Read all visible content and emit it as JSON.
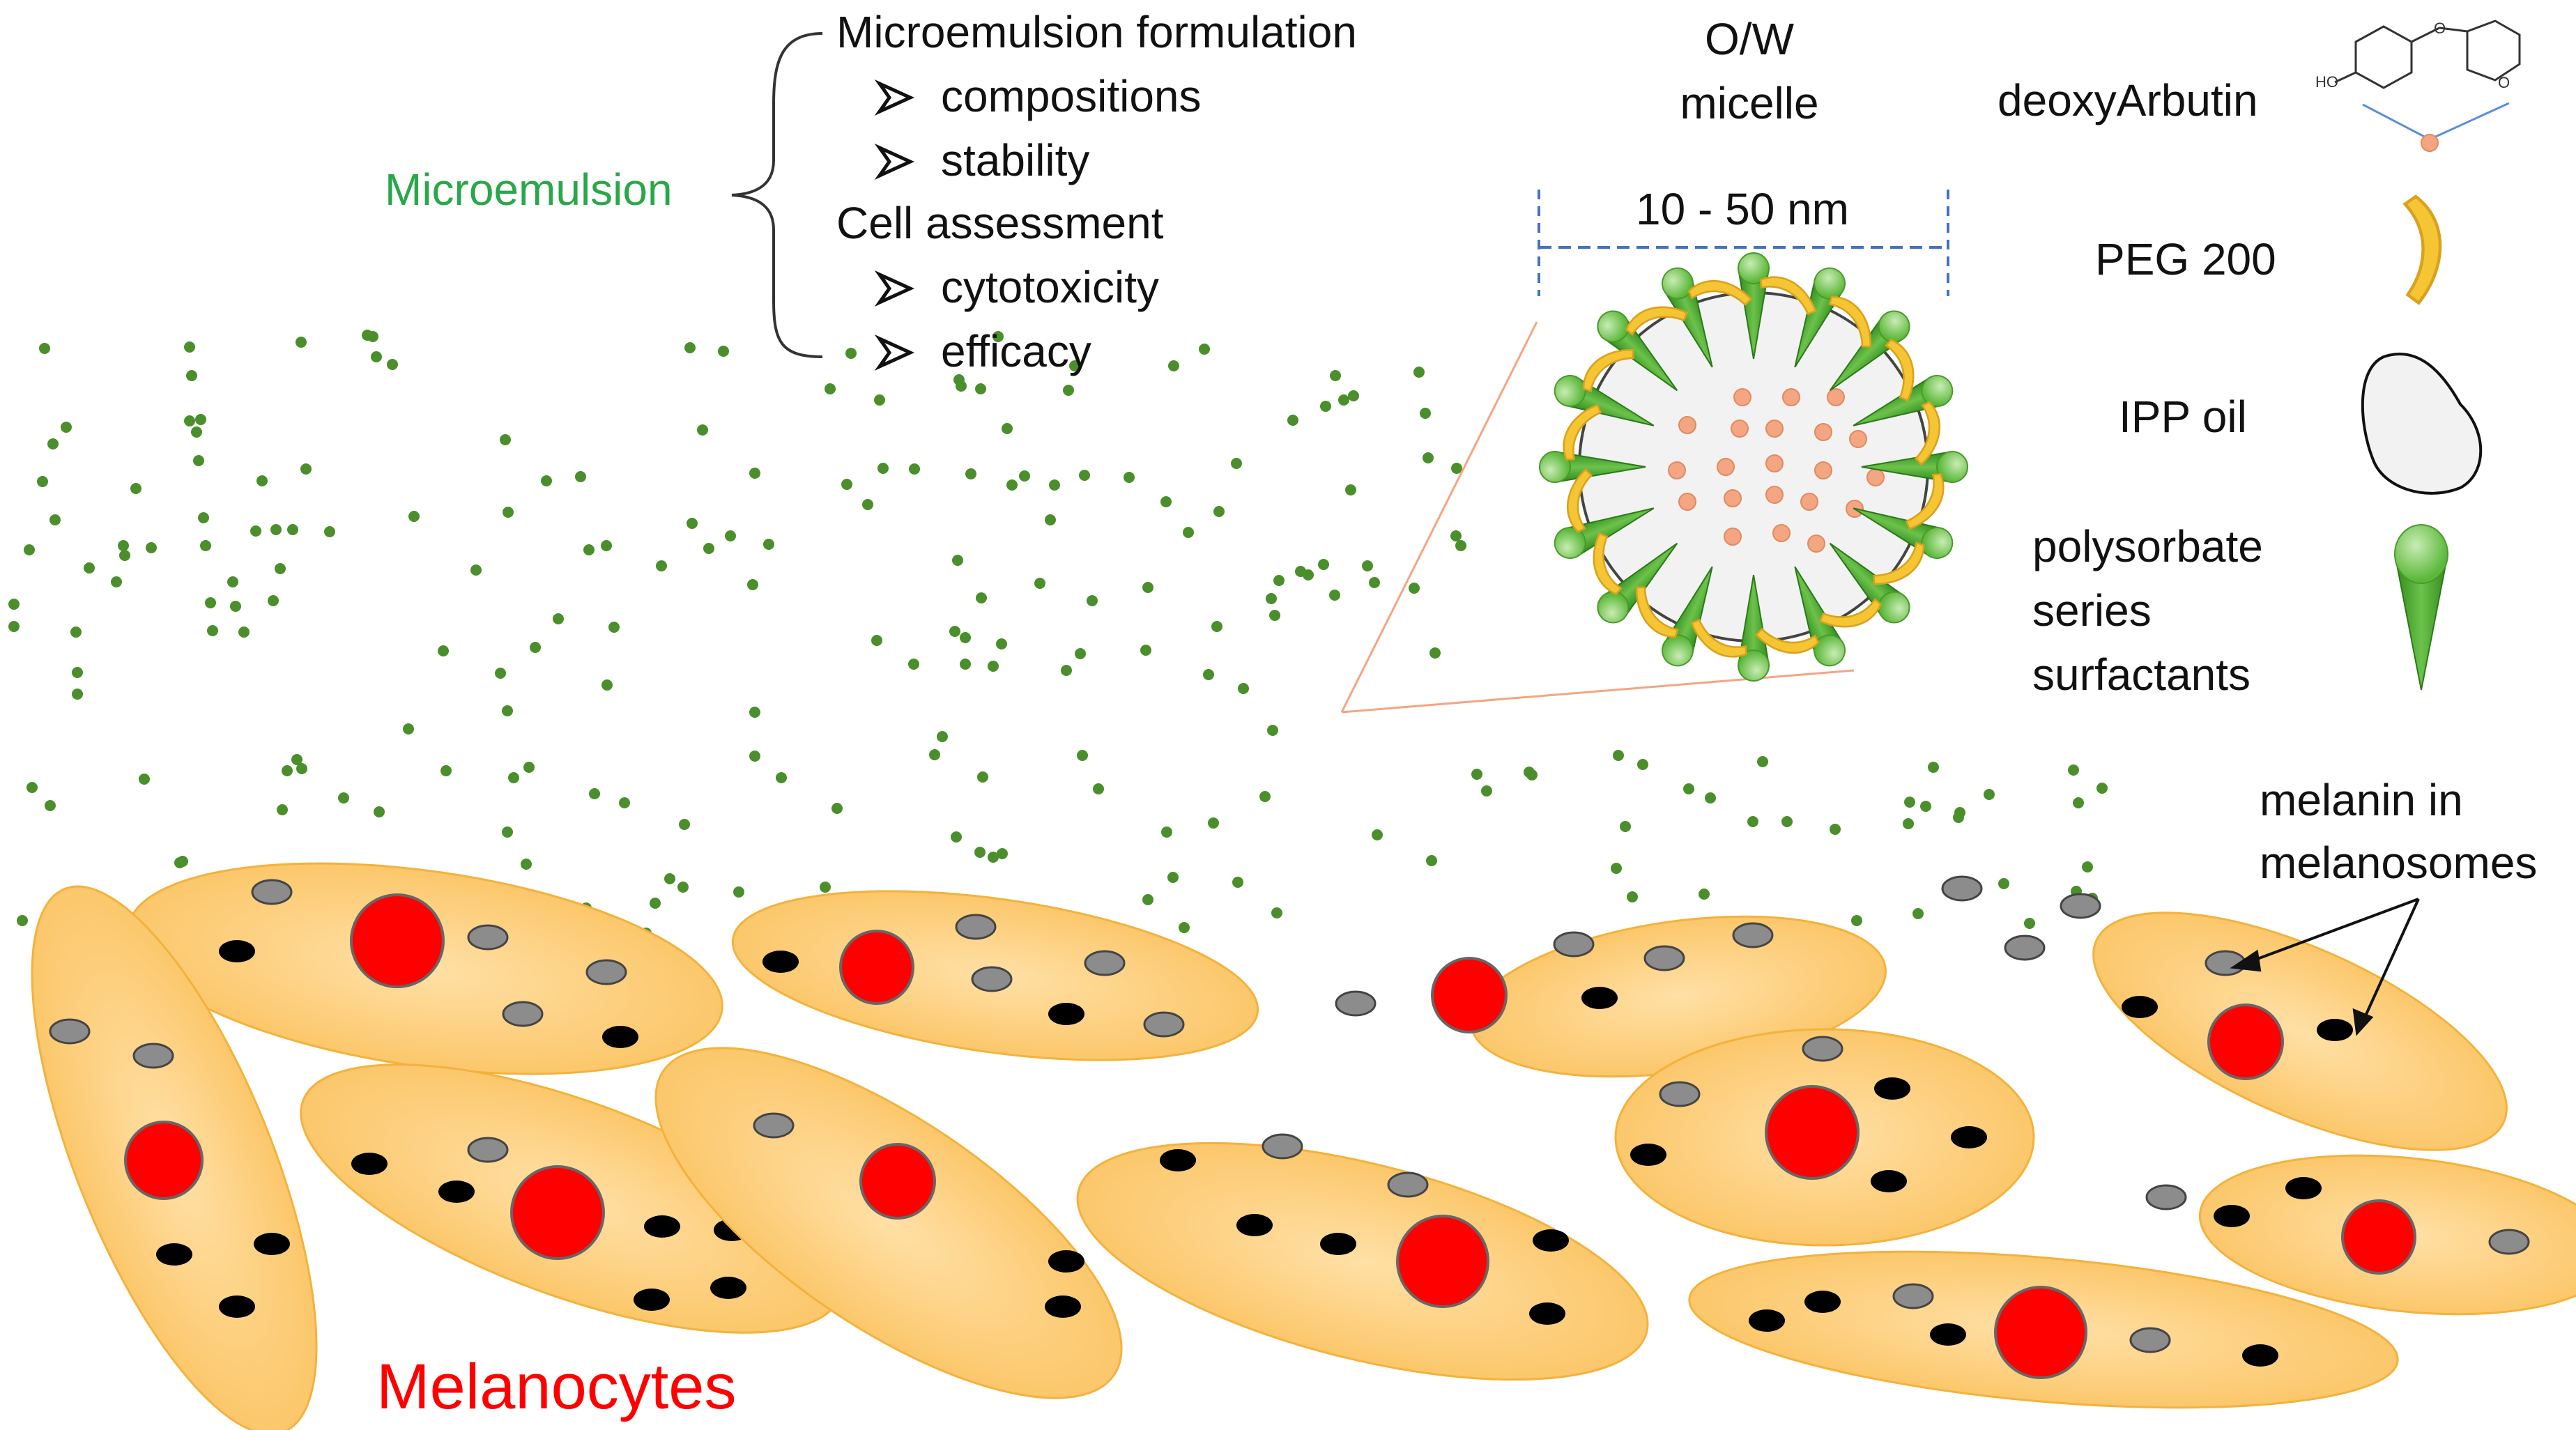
{
  "labels": {
    "microemulsion": "Microemulsion",
    "formulation_heading": "Microemulsion formulation",
    "formulation_items": [
      "compositions",
      "stability"
    ],
    "cell_heading": "Cell assessment",
    "cell_items": [
      "cytotoxicity",
      "efficacy"
    ],
    "micelle_line1": "O/W",
    "micelle_line2": "micelle",
    "size": "10 - 50 nm",
    "melanocytes": "Melanocytes",
    "melanin_line1": "melanin in",
    "melanin_line2": "melanosomes"
  },
  "legend": [
    {
      "label": "deoxyArbutin",
      "icon": "deoxyarbutin-structure-icon"
    },
    {
      "label": "PEG 200",
      "icon": "peg-200-icon"
    },
    {
      "label": "IPP oil",
      "icon": "ipp-oil-droplet-icon"
    },
    {
      "label_lines": [
        "polysorbate",
        "series",
        "surfactants"
      ],
      "icon": "polysorbate-surfactant-icon"
    }
  ],
  "structure_label": "HO",
  "colors": {
    "microemulsion_text": "#2aa74a",
    "melanocytes_text": "#ff0000",
    "cell_fill": "#fbc56a",
    "cell_stroke": "#f3b23d",
    "nucleus": "#ff0000",
    "dot": "#4a8f2b",
    "drug": "#f4a582",
    "surfactant": "#3f9a2a",
    "peg": "#f2c230",
    "dashed_line": "#4472c4",
    "zoom_line": "#f4a582"
  }
}
